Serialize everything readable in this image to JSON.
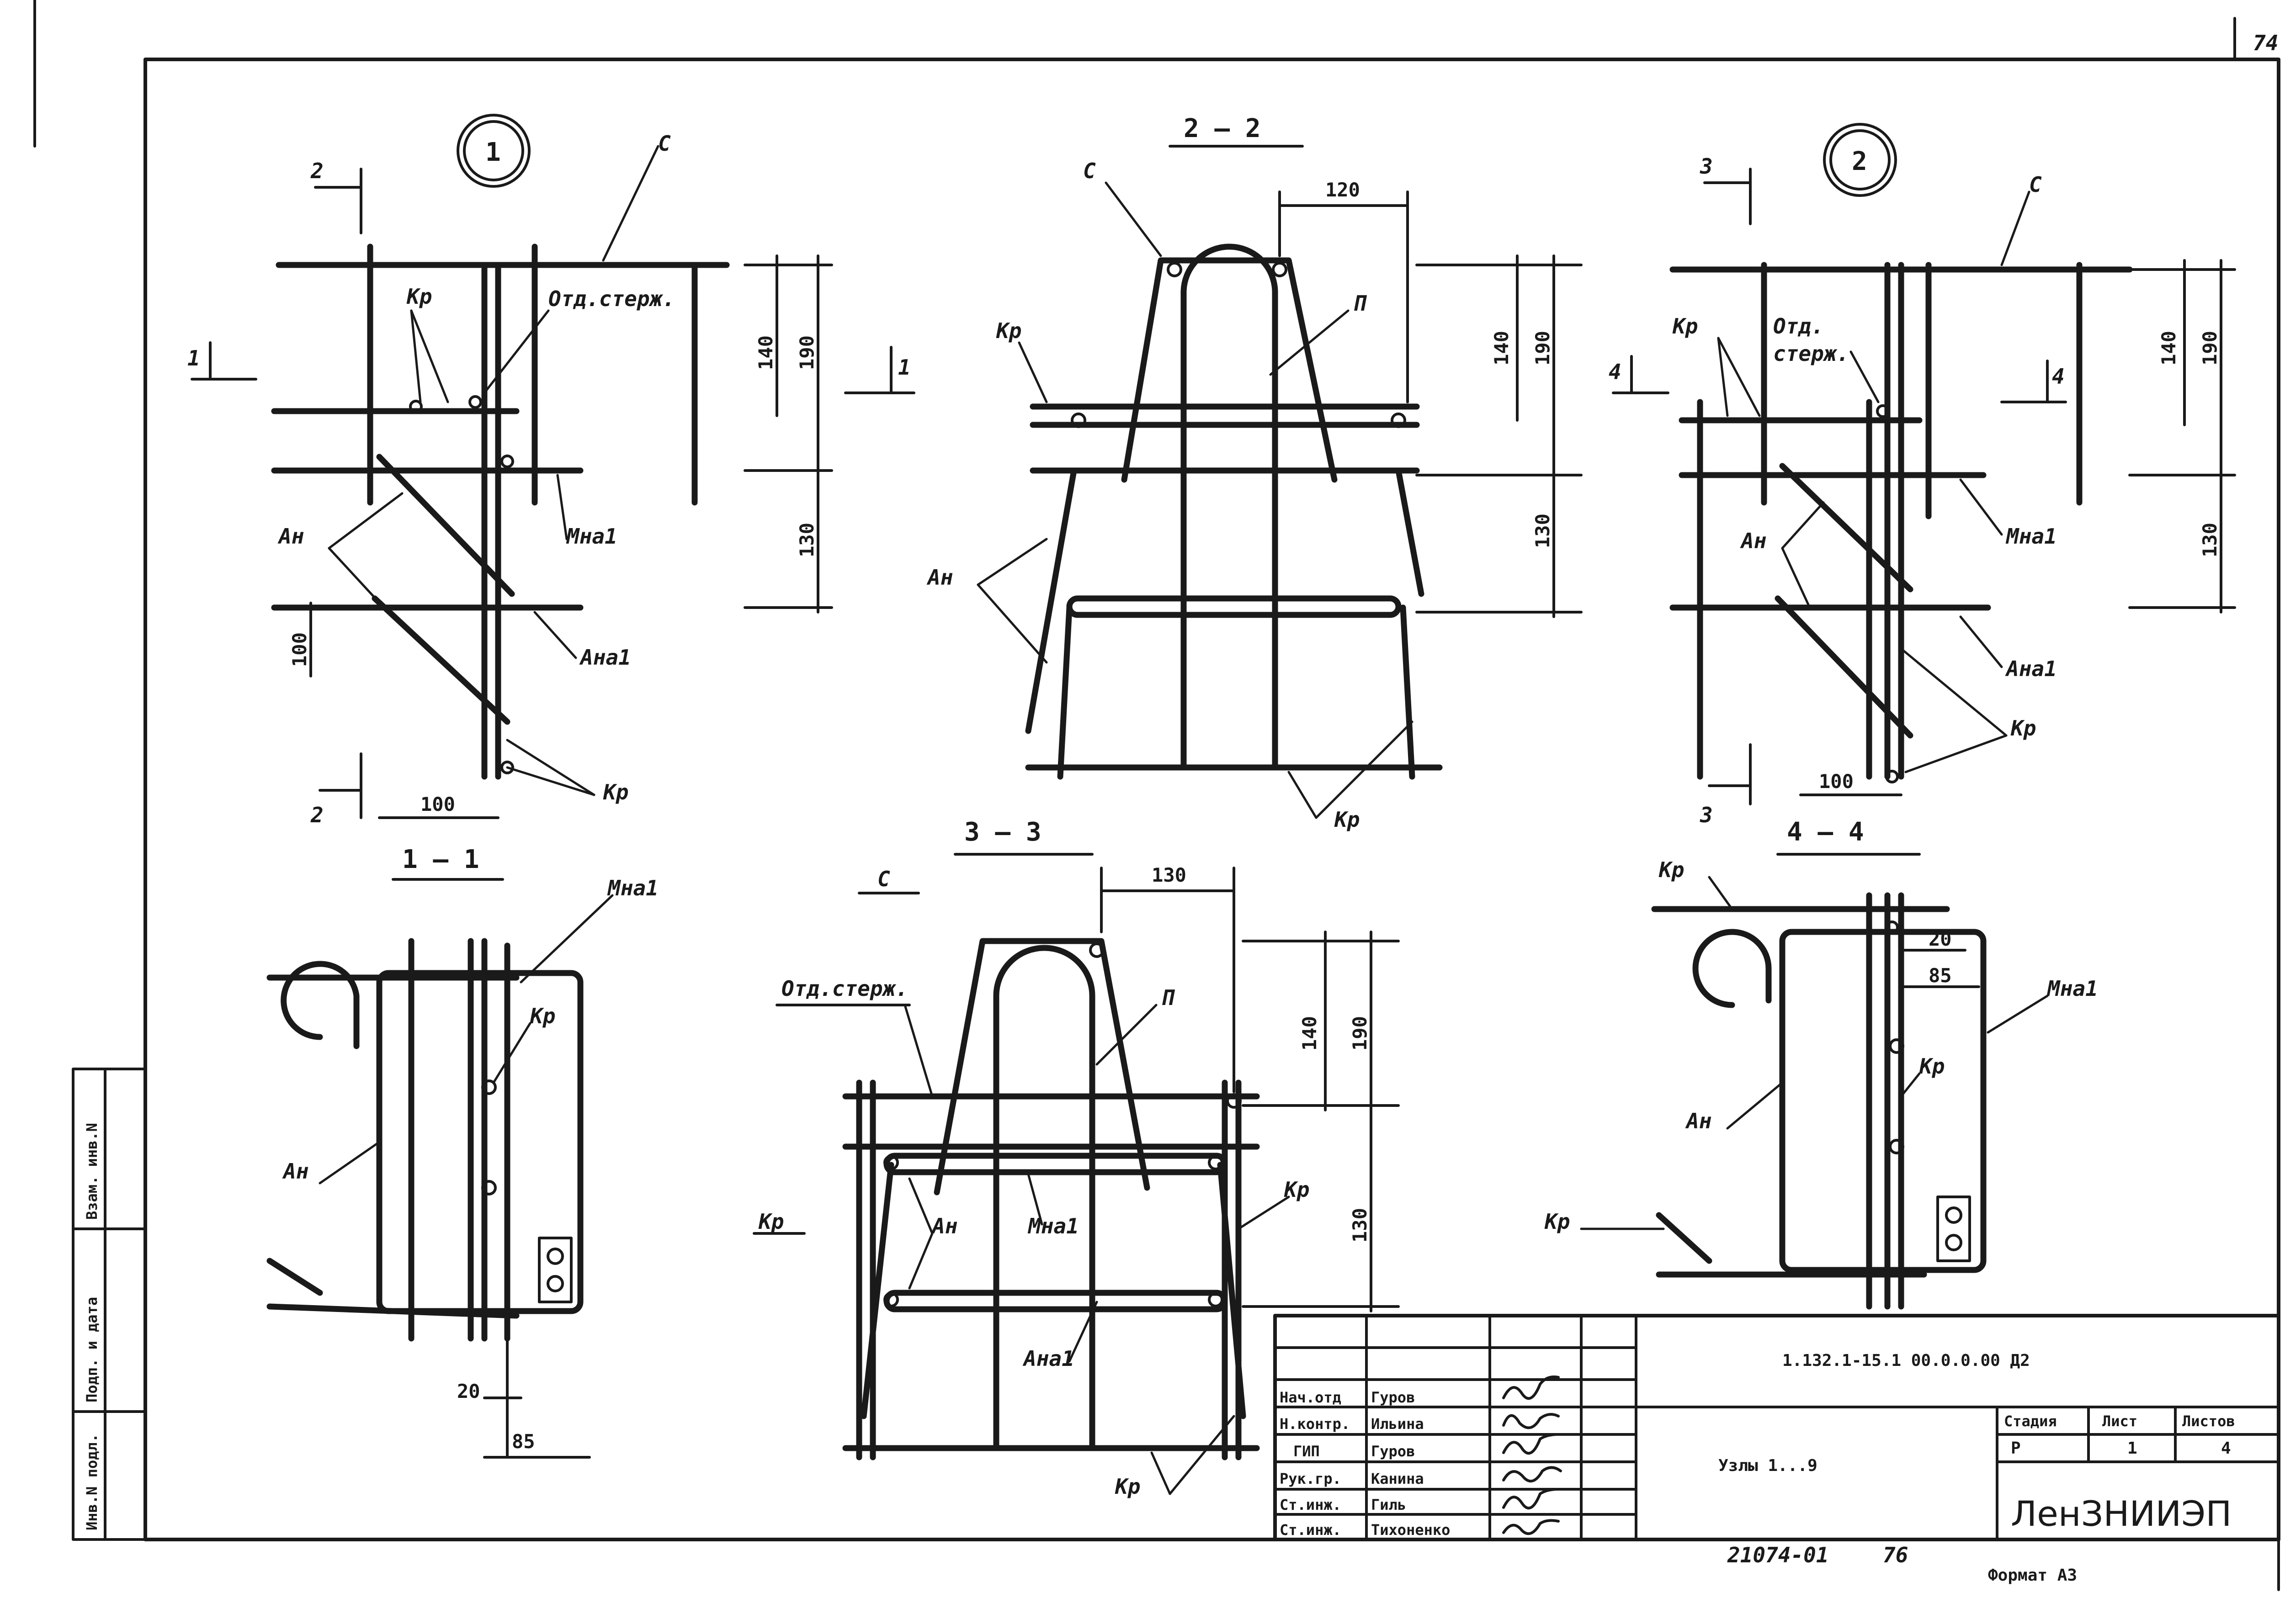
{
  "sheet_number": "74",
  "bottom_code": "21074-01",
  "bottom_page": "76",
  "format_label": "Формат А3",
  "side_stamp": [
    "Инв.N подл.",
    "Подп. и дата",
    "Взам. инв.N"
  ],
  "title_block": {
    "doc_code": "1.132.1-15.1   00.0.0.00 Д2",
    "title": "Узлы 1...9",
    "headers": [
      "Стадия",
      "Лист",
      "Листов"
    ],
    "values": [
      "Р",
      "1",
      "4"
    ],
    "organization": "ЛенЗНИИЭП",
    "signatories": [
      {
        "role": "Нач.отд",
        "name": "Гуров"
      },
      {
        "role": "Н.контр.",
        "name": "Ильина"
      },
      {
        "role": "ГИП",
        "name": "Гуров"
      },
      {
        "role": "Рук.гр.",
        "name": "Канина"
      },
      {
        "role": "Ст.инж.",
        "name": "Гиль"
      },
      {
        "role": "Ст.инж.",
        "name": "Тихоненко"
      }
    ]
  },
  "views": {
    "node1": {
      "marker": "1",
      "cut": "2",
      "cut2": "1"
    },
    "node2": {
      "marker": "2",
      "cut": "3",
      "cut2": "4"
    },
    "section_2_2": "2 — 2",
    "section_1_1": "1 — 1",
    "section_3_3": "3 — 3",
    "section_4_4": "4 — 4"
  },
  "labels": {
    "C": "С",
    "Kr": "Кр",
    "Otd": "Отд.стерж.",
    "Otd_a": "Отд.",
    "Otd_b": "стерж.",
    "An": "Ан",
    "Ana1": "Ана1",
    "Mna1": "Мна1",
    "P": "П"
  },
  "dimensions": {
    "d140": "140",
    "d190": "190",
    "d130": "130",
    "d100": "100",
    "d120": "120",
    "d20": "20",
    "d85": "85"
  }
}
